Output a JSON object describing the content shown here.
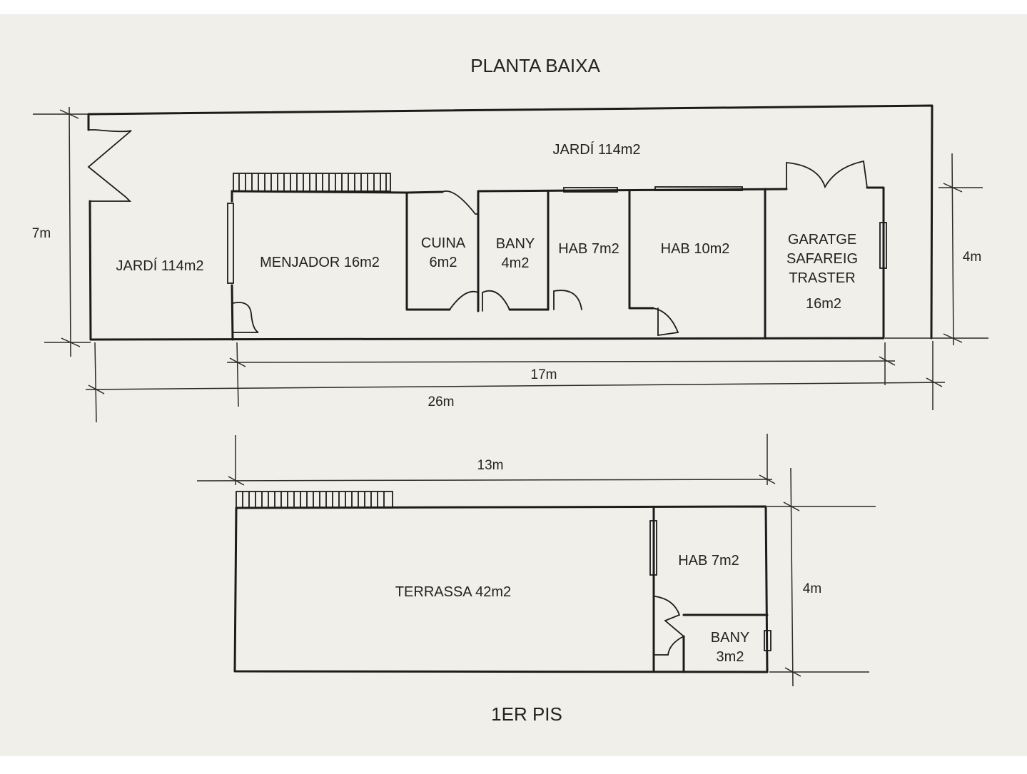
{
  "paper_color": "#f0efea",
  "ground_floor": {
    "title": "PLANTA BAIXA",
    "rooms": [
      {
        "id": "jardi-top",
        "label": "JARDÍ 114m2"
      },
      {
        "id": "jardi-left",
        "label": "JARDÍ 114m2"
      },
      {
        "id": "menjador",
        "label": "MENJADOR 16m2"
      },
      {
        "id": "cuina",
        "lines": [
          "CUINA",
          "6m2"
        ]
      },
      {
        "id": "bany",
        "lines": [
          "BANY",
          "4m2"
        ]
      },
      {
        "id": "hab-7",
        "label": "HAB 7m2"
      },
      {
        "id": "hab-10",
        "label": "HAB 10m2"
      },
      {
        "id": "garatge",
        "lines": [
          "GARATGE",
          "SAFAREIG",
          "TRASTER",
          "16m2"
        ]
      }
    ],
    "dimensions": {
      "height": "7m",
      "building_height": "4m",
      "building_length": "17m",
      "total_length": "26m"
    }
  },
  "first_floor": {
    "title": "1ER PIS",
    "rooms": [
      {
        "id": "terrassa",
        "label": "TERRASSA 42m2"
      },
      {
        "id": "hab-7",
        "label": "HAB 7m2"
      },
      {
        "id": "bany",
        "lines": [
          "BANY",
          "3m2"
        ]
      }
    ],
    "dimensions": {
      "length": "13m",
      "height": "4m"
    }
  }
}
